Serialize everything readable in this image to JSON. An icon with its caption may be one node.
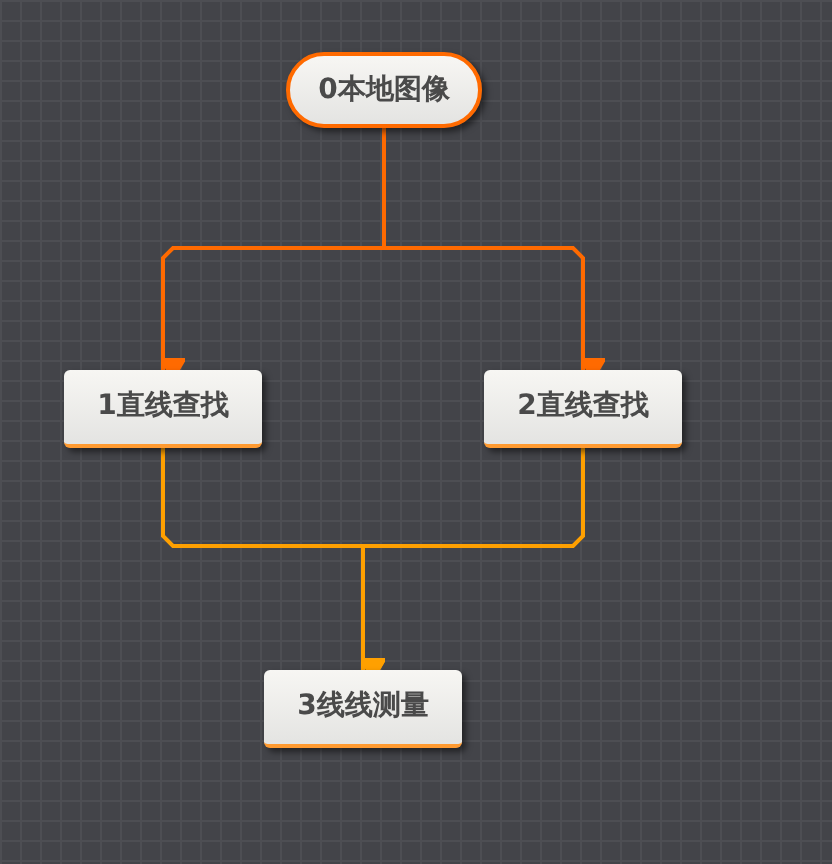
{
  "diagram": {
    "nodes": [
      {
        "text": [
          "0本地图像"
        ]
      },
      {
        "text": [
          "1直线查找"
        ]
      },
      {
        "text": [
          "2直线查找"
        ]
      },
      {
        "text": [
          "3线线测量"
        ]
      }
    ],
    "edges": [
      {
        "from": 0,
        "to": 1,
        "arrow": "to",
        "color": "#ff6a00"
      },
      {
        "from": 0,
        "to": 2,
        "arrow": "to",
        "color": "#ff6a00"
      },
      {
        "from": 1,
        "to": 3,
        "arrow": "to",
        "color": "#ffa000"
      },
      {
        "from": 2,
        "to": 3,
        "arrow": "to",
        "color": "#ffa000"
      }
    ]
  }
}
